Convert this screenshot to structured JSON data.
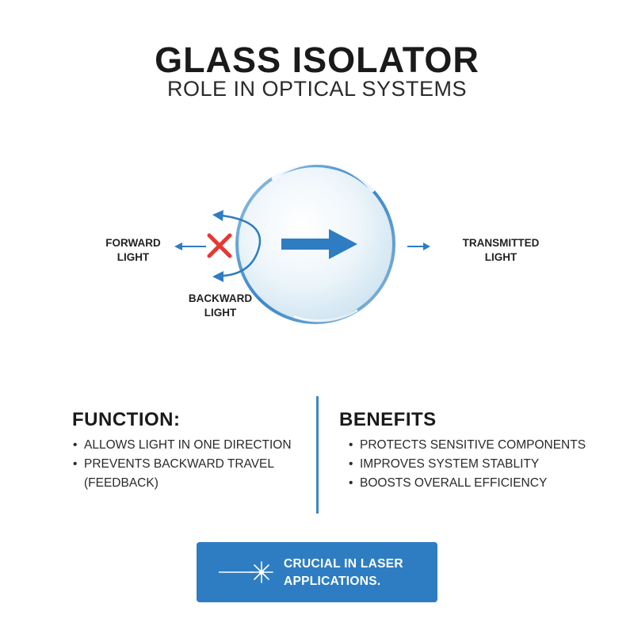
{
  "header": {
    "title": "GLASS ISOLATOR",
    "subtitle": "ROLE IN OPTICAL SYSTEMS"
  },
  "diagram": {
    "forward_label": "FORWARD\nLIGHT",
    "backward_label": "BACKWARD\nLIGHT",
    "transmitted_label": "TRANSMITTED\nLIGHT",
    "colors": {
      "arrow_blue": "#2e7dc3",
      "blocked_red": "#e53935",
      "lens_edge": "#3a86c8"
    }
  },
  "function": {
    "title": "FUNCTION:",
    "items": [
      "ALLOWS LIGHT IN ONE DIRECTION",
      "PREVENTS BACKWARD TRAVEL",
      "(FEEDBACK)"
    ]
  },
  "benefits": {
    "title": "BENEFITS",
    "items": [
      "PROTECTS SENSITIVE COMPONENTS",
      "IMPROVES SYSTEM STABLITY",
      "BOOSTS OVERALL EFFICIENCY"
    ]
  },
  "callout": {
    "text": "CRUCIAL IN LASER\nAPPLICATIONS.",
    "icon": "laser-spark-icon"
  }
}
